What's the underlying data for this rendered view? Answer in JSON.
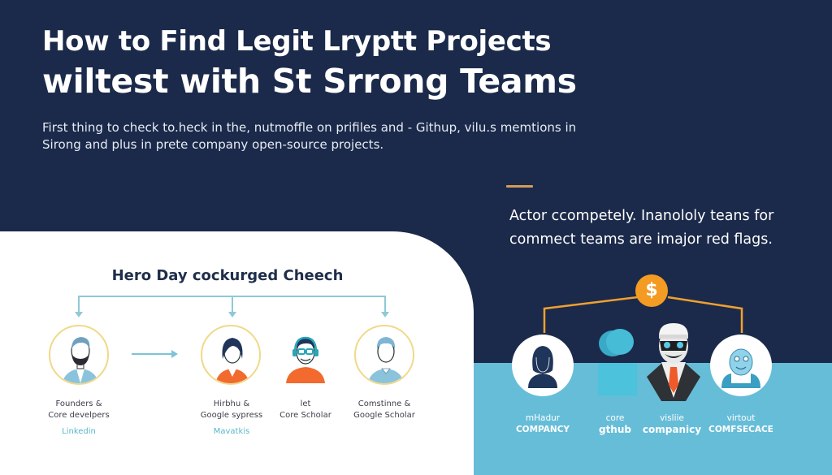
{
  "header": {
    "title_line1": "How to Find Legit Lryptt Projects",
    "title_line2": "wiltest with St Srrong Teams"
  },
  "intro": {
    "text": "First thing to check to.heck in the, nutmoffle on prifiles and - Githup, vilu.s memtions in Sirong and plus in prete company open-source projects."
  },
  "warning": {
    "text": "Actor ccompetely. Inanololy teans for commect teams are imajor red flags."
  },
  "check_panel": {
    "title": "Hero Day cockurged Cheech",
    "people": [
      {
        "name": "Founders &",
        "role": "Core develpers",
        "link": "Linkedin",
        "icon": "bearded-man-avatar-icon"
      },
      {
        "name": "Hirbhu &",
        "role": "Google sypress",
        "link": "Mavatkis",
        "icon": "woman-avatar-icon"
      },
      {
        "name": "let",
        "role": "Core Scholar",
        "link": "",
        "icon": "developer-headphones-avatar-icon"
      },
      {
        "name": "Comstinne &",
        "role": "Google Scholar",
        "link": "",
        "icon": "young-man-avatar-icon"
      }
    ]
  },
  "red_flag_panel": {
    "center_icon": "dollar-icon",
    "center_symbol": "$",
    "members": [
      {
        "top": "mHadur",
        "bottom": "COMPANCY",
        "icon": "anonymous-woman-silhouette-icon"
      },
      {
        "top": "core",
        "bottom": "gthub",
        "icon": "faceless-blob-icon"
      },
      {
        "top": "visliie",
        "bottom": "companicy",
        "icon": "masked-scammer-icon"
      },
      {
        "top": "virtout",
        "bottom": "COMFSECACE",
        "icon": "fake-smiling-avatar-icon"
      }
    ]
  },
  "colors": {
    "background": "#1b2a4a",
    "panel": "#ffffff",
    "band": "#66bdd8",
    "accent_orange": "#f49b24",
    "accent_gold": "#d49a5a",
    "link_teal": "#5bb7c9"
  }
}
